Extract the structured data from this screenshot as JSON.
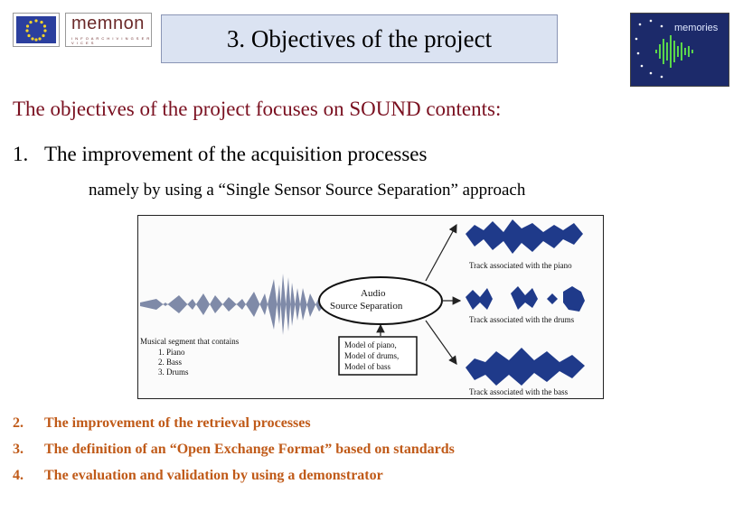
{
  "header": {
    "title": "3.  Objectives of the project",
    "memnon_logo": {
      "word": "memnon",
      "subtitle": "I N F O  A R C H I V I N G  S E R V I C E S",
      "icon": "memnon-logo"
    },
    "eu_logo": {
      "icon": "eu-flag-logo"
    },
    "memories_logo": {
      "word": "memories",
      "icon": "memories-waveform-logo"
    }
  },
  "intro": "The objectives of the project focuses on SOUND contents:",
  "objective_1": {
    "number": "1.",
    "text": "The improvement of the acquisition processes",
    "note": "namely by using a “Single Sensor Source Separation” approach"
  },
  "diagram": {
    "center_label_1": "Audio",
    "center_label_2": "Source Separation",
    "segment_caption": [
      "Musical segment that contains",
      "1. Piano",
      "2. Bass",
      "3. Drums"
    ],
    "models": [
      "Model of piano,",
      "Model of drums,",
      "Model of bass"
    ],
    "tracks": [
      "Track associated with the piano",
      "Track associated with the drums",
      "Track associated with the bass"
    ]
  },
  "objectives_rest": [
    {
      "number": "2.",
      "text": "The improvement of the retrieval processes"
    },
    {
      "number": "3.",
      "text": "The definition of an “Open Exchange Format” based on standards"
    },
    {
      "number": "4.",
      "text": "The evaluation and validation by using a demonstrator"
    }
  ],
  "colors": {
    "intro": "#7a1020",
    "objectives": "#c05a18",
    "title_box": "#dbe3f2",
    "wave": "#1f3a8a"
  }
}
